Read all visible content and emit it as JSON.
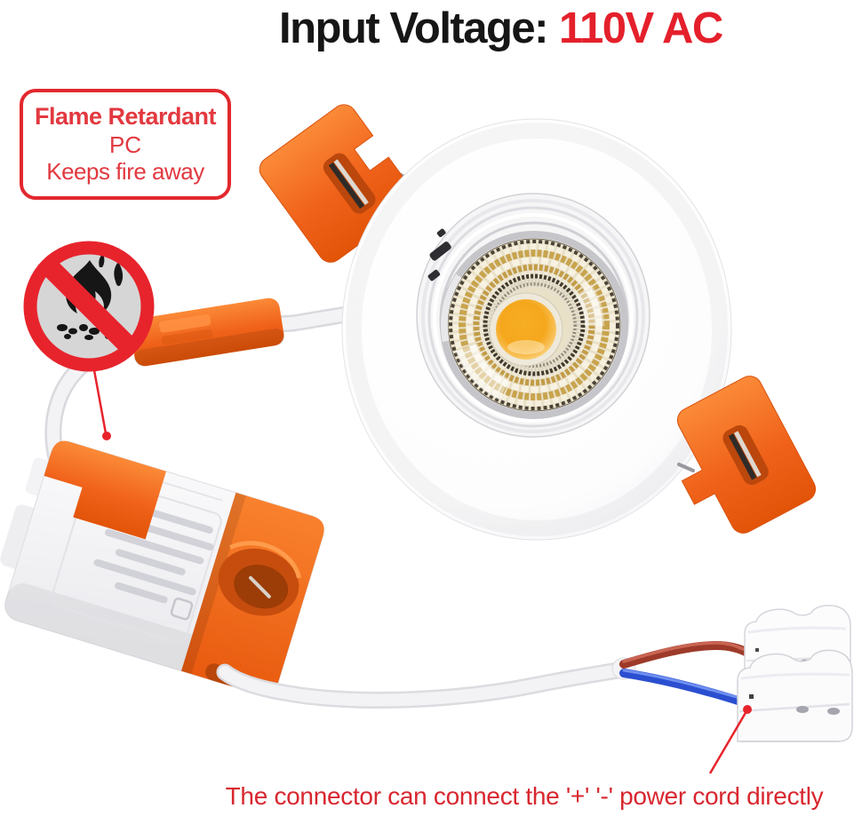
{
  "title": {
    "prefix": "Input Voltage:",
    "value": "110V AC"
  },
  "callouts": {
    "flame_box": {
      "line1": "Flame Retardant",
      "line2": "PC",
      "line3": "Keeps fire away"
    },
    "bottom_note": "The connector can connect the '+' '-' power cord directly"
  },
  "icons": {
    "no_fire": "no-open-flame-icon"
  },
  "colors": {
    "title_red": "#e4202b",
    "callout_red": "#e23940",
    "orange": "#f2641c",
    "led_yellow": "#f5a81c",
    "wire_brown": "#9d3a2a",
    "wire_blue": "#2b4fd0"
  },
  "scene_objects": {
    "downlight": "recessed LED downlight with COB chip",
    "clips": "orange spring mounting clips",
    "driver": "LED driver box with orange end caps",
    "connector": "two-port push-wire connector"
  }
}
